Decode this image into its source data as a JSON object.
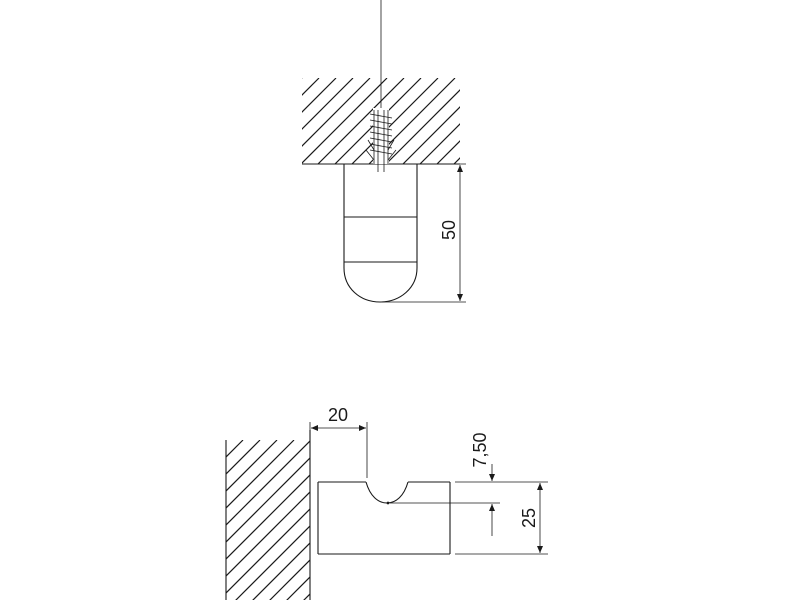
{
  "dimensions": {
    "top_height": "50",
    "bottom_width": "20",
    "bottom_notch": "7,50",
    "bottom_height": "25"
  }
}
